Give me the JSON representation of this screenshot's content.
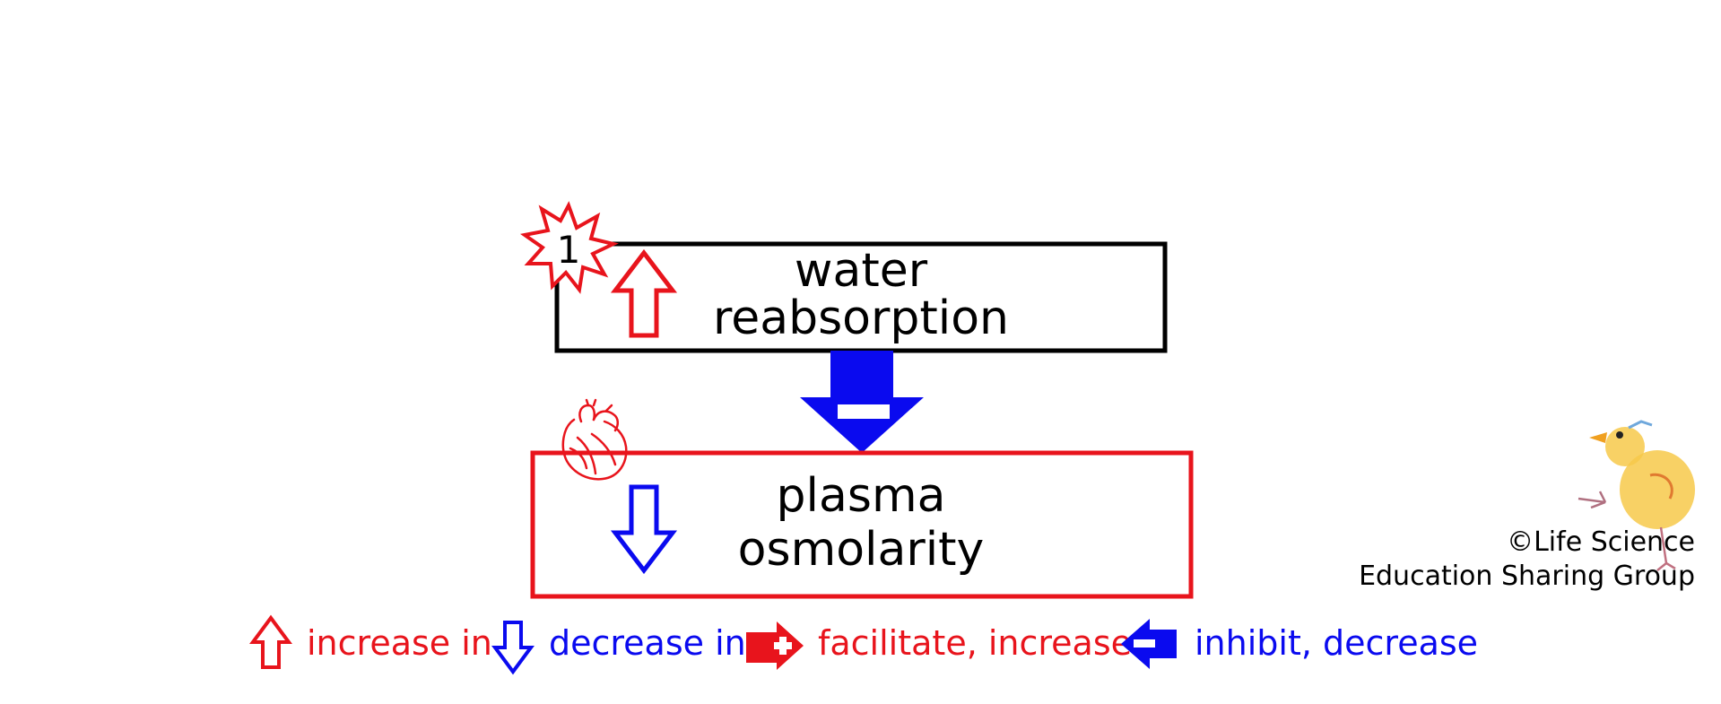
{
  "badge": {
    "number": "1"
  },
  "box_top": {
    "line1": "water",
    "line2": "reabsorption",
    "arrow": "red-up-arrow-icon",
    "border_color": "#000000"
  },
  "box_bottom": {
    "line1": "plasma",
    "line2": "osmolarity",
    "arrow": "blue-down-arrow-icon",
    "border_color": "#e8141c",
    "icon": "heart-icon"
  },
  "connector": {
    "type": "inhibit",
    "color": "#0a0aef",
    "icon": "minus-icon"
  },
  "legend": {
    "increase": "increase in",
    "decrease": "decrease in",
    "facilitate": "facilitate, increase",
    "inhibit": "inhibit, decrease"
  },
  "credit": {
    "line1": "©Life Science",
    "line2": "Education Sharing Group",
    "icon": "chick-icon"
  },
  "colors": {
    "red": "#e8141c",
    "blue": "#0a0aef",
    "black": "#000000"
  }
}
